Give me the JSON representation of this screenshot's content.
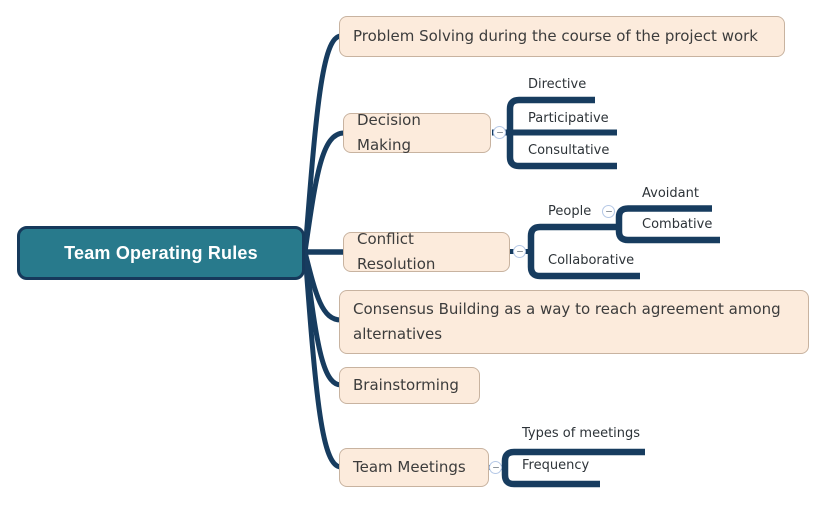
{
  "root": {
    "label": "Team Operating Rules"
  },
  "branches": [
    {
      "label": "Problem Solving during the course of the project work",
      "children": []
    },
    {
      "label": "Decision Making",
      "children": [
        {
          "label": "Directive"
        },
        {
          "label": "Participative"
        },
        {
          "label": "Consultative"
        }
      ]
    },
    {
      "label": "Conflict Resolution",
      "children": [
        {
          "label": "People",
          "children": [
            {
              "label": "Avoidant"
            },
            {
              "label": "Combative"
            }
          ]
        },
        {
          "label": "Collaborative"
        }
      ]
    },
    {
      "label": "Consensus Building as a way to reach agreement among alternatives",
      "children": []
    },
    {
      "label": "Brainstorming",
      "children": []
    },
    {
      "label": "Team Meetings",
      "children": [
        {
          "label": "Types of meetings"
        },
        {
          "label": "Frequency"
        }
      ]
    }
  ],
  "colors": {
    "root_fill": "#287A8C",
    "connector": "#173C5F",
    "branch_fill": "#FCEBDC",
    "branch_border": "#C8B3A0",
    "branch_text": "#3C3C3C",
    "label_text": "#2D3338",
    "collapse_ring": "#B5C8E6"
  }
}
